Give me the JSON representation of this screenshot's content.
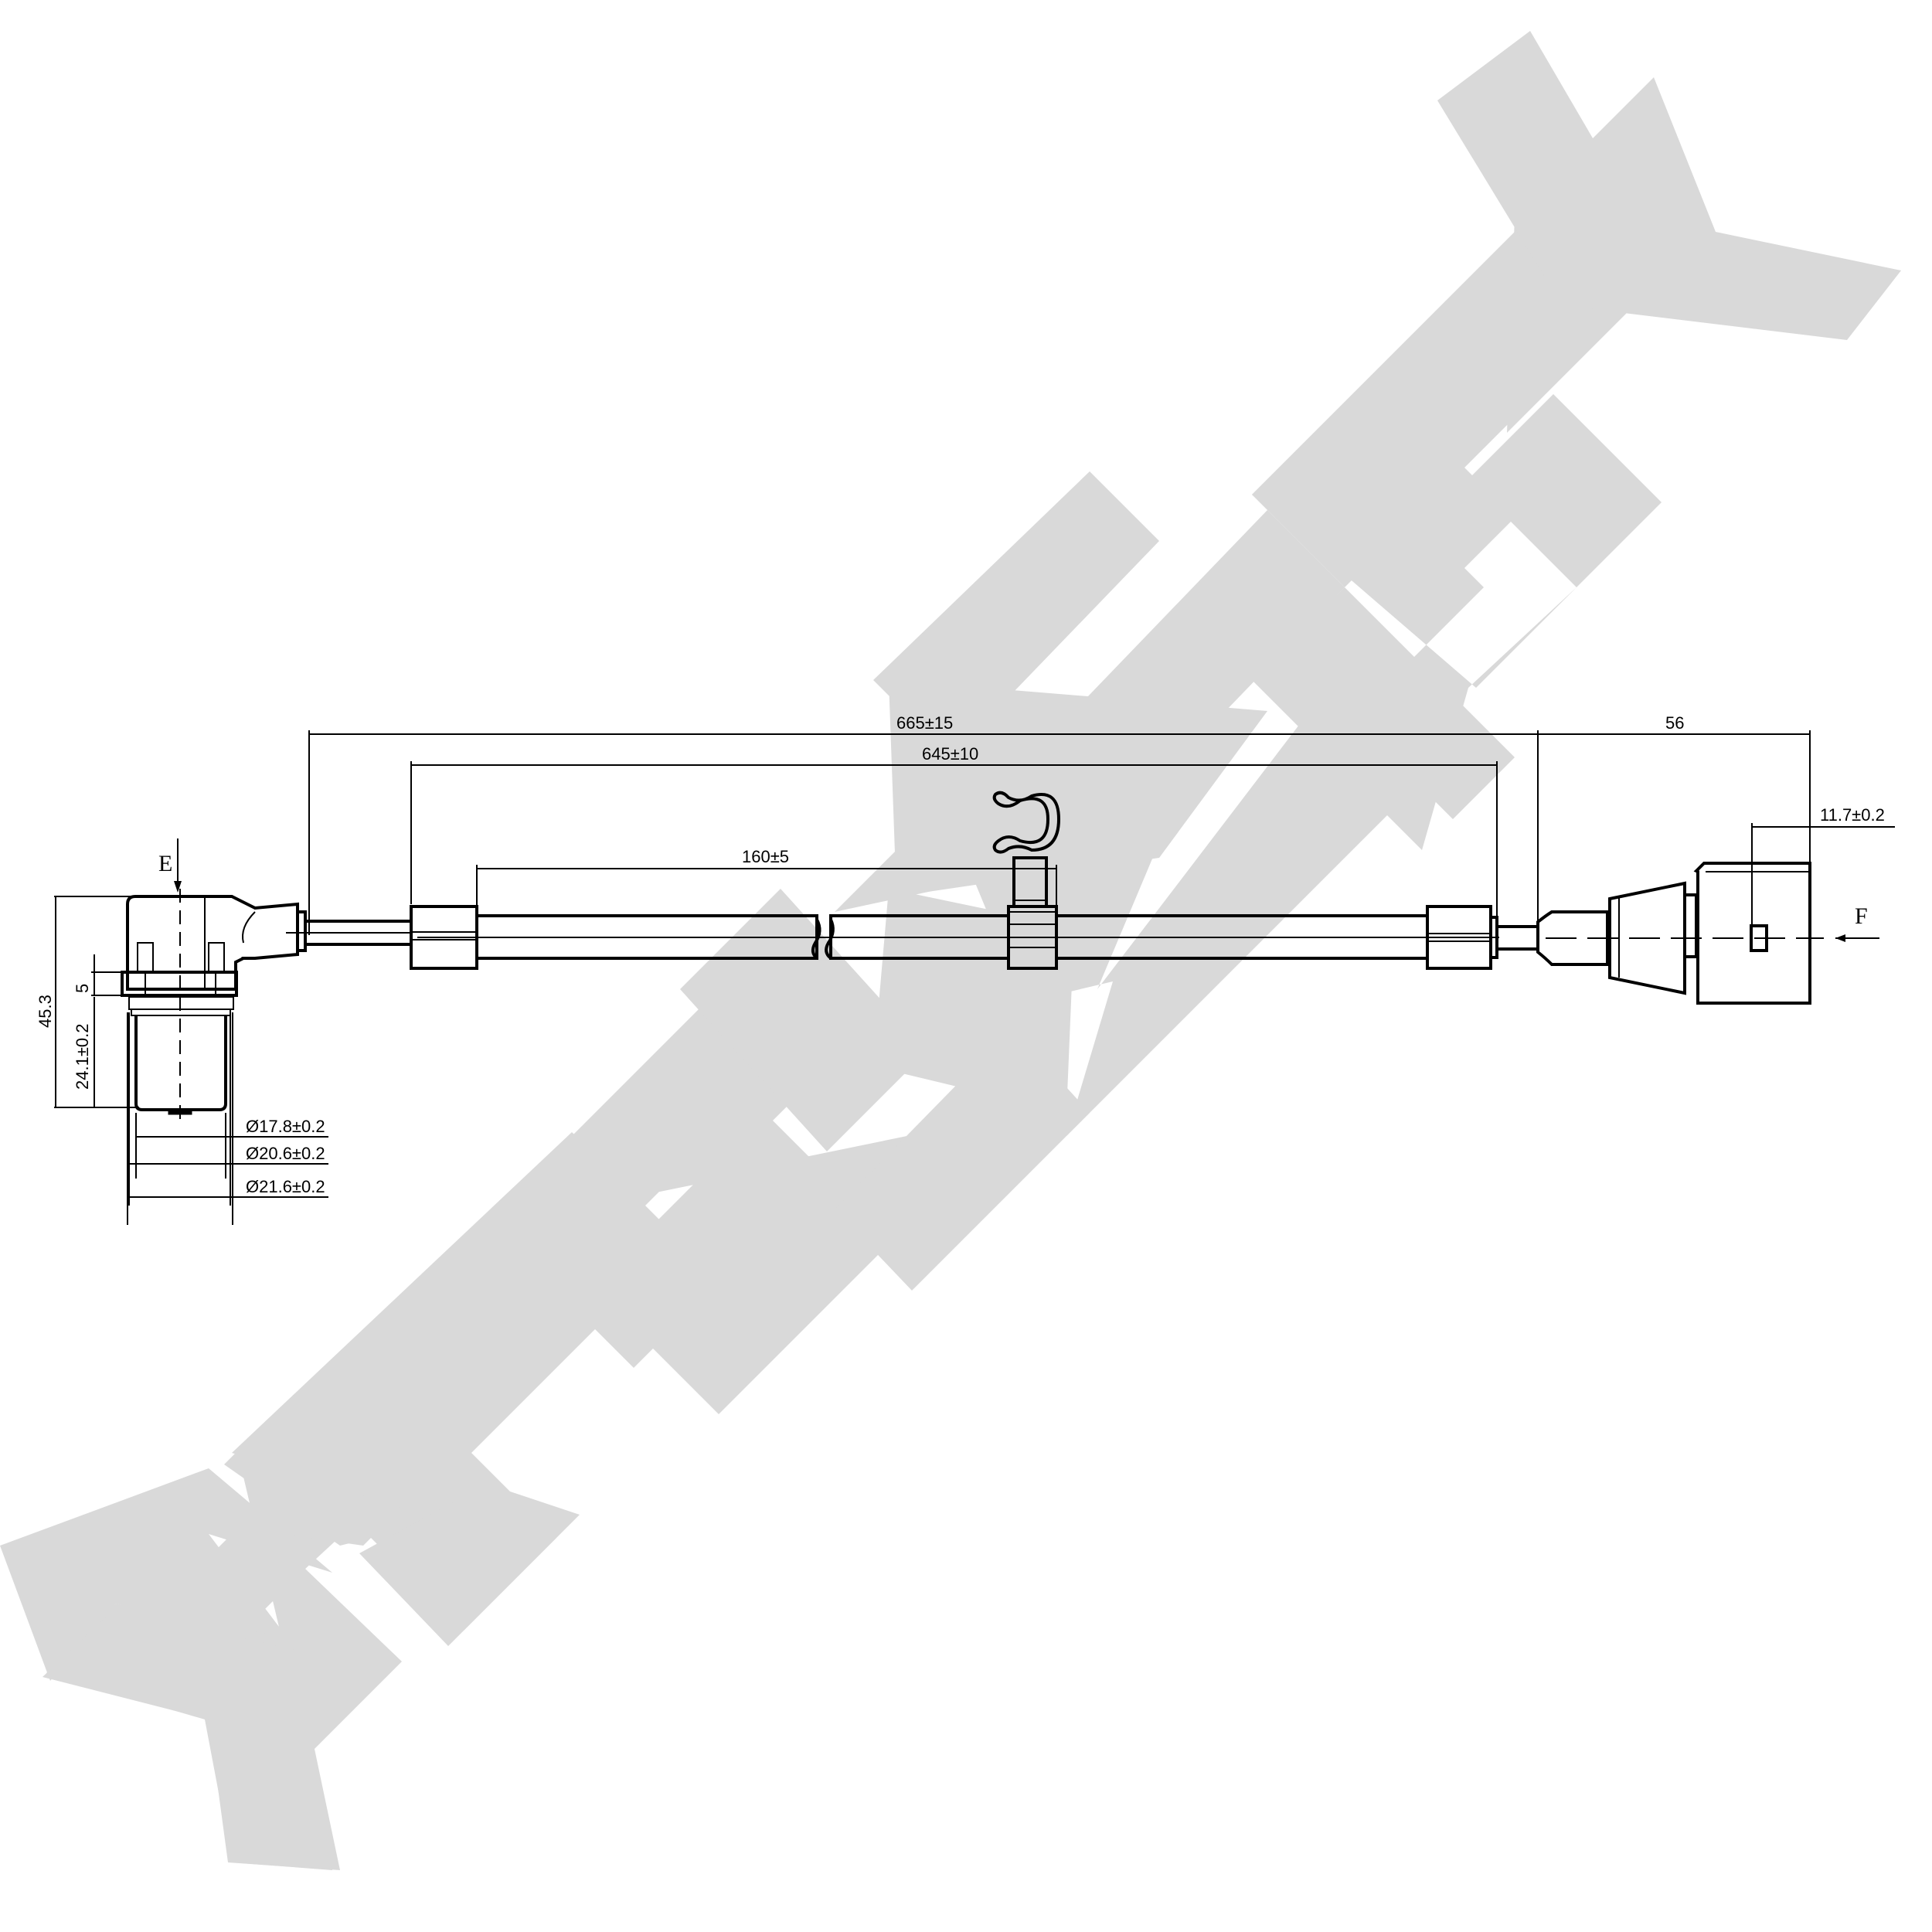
{
  "watermark": {
    "text": "ZENWEK",
    "color": "#d9d9d9",
    "letters": [
      "Z",
      "E",
      "N",
      "W",
      "E",
      "K"
    ]
  },
  "views": {
    "left_label": "E",
    "right_label": "F"
  },
  "dimensions": {
    "overall_length": "665±15",
    "sleeve_length": "645±10",
    "clip_position": "160±5",
    "connector_length": "56",
    "connector_offset": "11.7±0.2",
    "sensor_height": "45.3",
    "flange_thickness": "5",
    "body_length": "24.1±0.2",
    "diameter_tip": "Ø17.8±0.2",
    "diameter_oring": "Ø20.6±0.2",
    "diameter_body": "Ø21.6±0.2"
  },
  "colors": {
    "line": "#000000",
    "watermark": "#d9d9d9",
    "background": "#ffffff"
  }
}
